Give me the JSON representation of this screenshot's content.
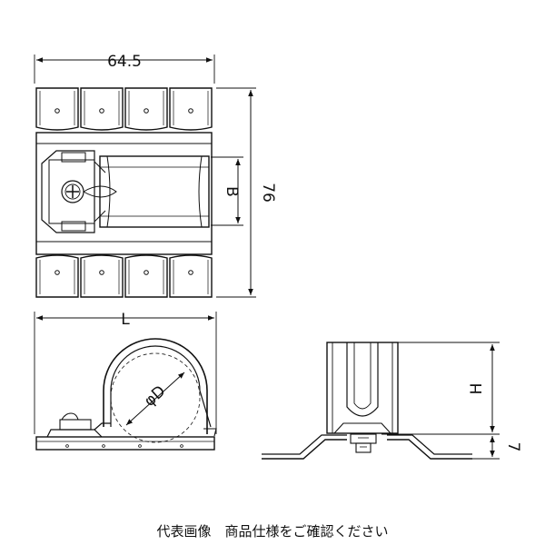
{
  "top_view": {
    "width_label": "64.5",
    "height_label": "76",
    "bore_label": "B"
  },
  "side_view": {
    "length_label": "L",
    "diameter_label": "φD"
  },
  "end_view": {
    "height_label": "H",
    "base_label": "7"
  },
  "caption": "代表画像　商品仕様をご確認ください"
}
